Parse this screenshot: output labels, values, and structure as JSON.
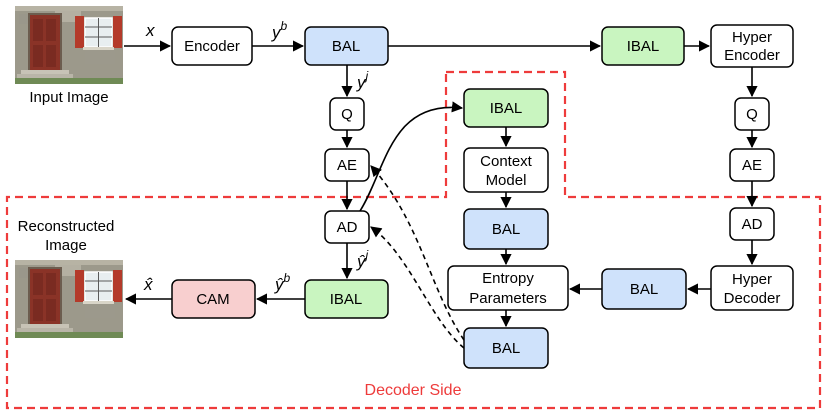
{
  "colors": {
    "blue_fill": "#cfe2fb",
    "green_fill": "#c9f5c0",
    "red_fill": "#f8cfcf",
    "white_fill": "#ffffff",
    "region_outline": "#ee3b3b",
    "stroke": "#000000"
  },
  "images": {
    "input": "house-facade-thumbnail",
    "reconstructed": "house-facade-thumbnail"
  },
  "labels": {
    "input_image": "Input Image",
    "reconstructed_line1": "Reconstructed",
    "reconstructed_line2": "Image",
    "decoder_side": "Decoder Side"
  },
  "nodes": {
    "encoder": "Encoder",
    "bal_main": "BAL",
    "ibal_top": "IBAL",
    "hyper_encoder_line1": "Hyper",
    "hyper_encoder_line2": "Encoder",
    "q_main": "Q",
    "ae_main": "AE",
    "ad_main": "AD",
    "ibal_decoder": "IBAL",
    "cam": "CAM",
    "ibal_context": "IBAL",
    "context_line1": "Context",
    "context_line2": "Model",
    "bal_context": "BAL",
    "entropy_line1": "Entropy",
    "entropy_line2": "Parameters",
    "bal_entropy": "BAL",
    "q_hyper": "Q",
    "ae_hyper": "AE",
    "ad_hyper": "AD",
    "hyper_decoder_line1": "Hyper",
    "hyper_decoder_line2": "Decoder",
    "bal_hyper": "BAL"
  },
  "edge_labels": {
    "x": "x",
    "y_b_base": "y",
    "y_b_sup": "b",
    "y_j_base": "y",
    "y_j_sup": "j",
    "yhat_j_base": "ŷ",
    "yhat_j_sup": "j",
    "yhat_b_base": "ŷ",
    "yhat_b_sup": "b",
    "xhat": "x̂"
  }
}
